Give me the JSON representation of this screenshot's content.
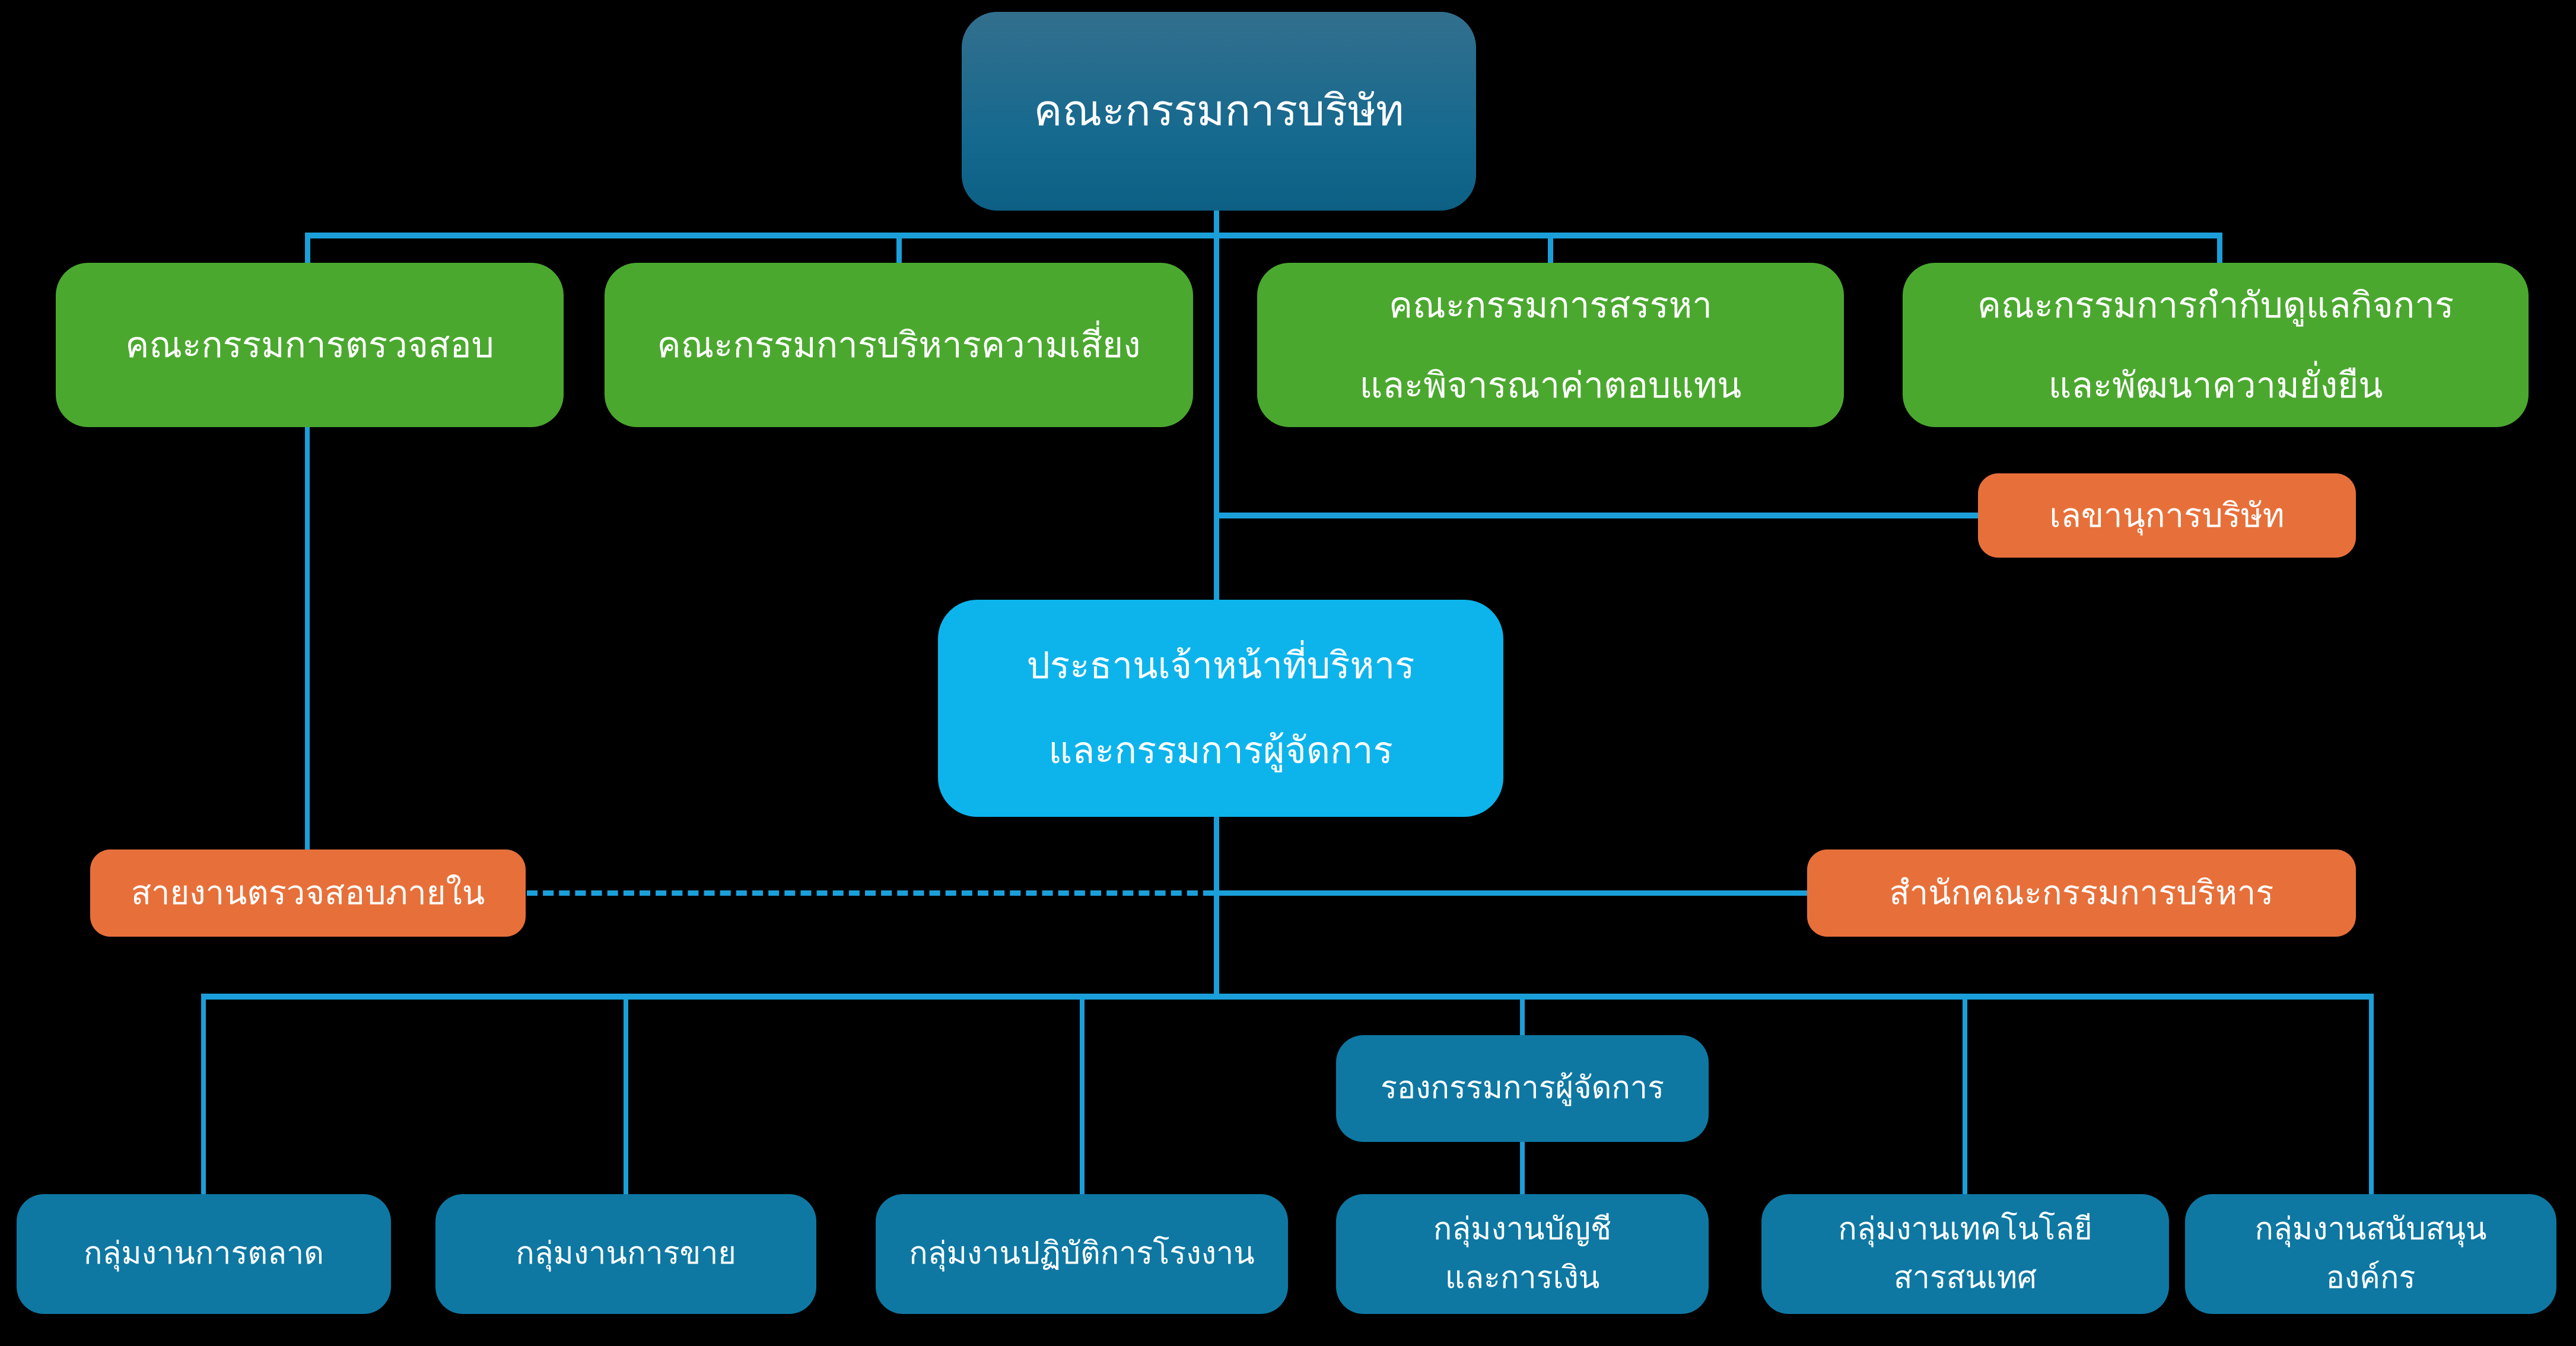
{
  "colors": {
    "background": "#000000",
    "connector": "#1b9fd9",
    "board_gradient_top": "#336f8d",
    "board_gradient_bottom": "#0d6084",
    "committee_green": "#4ba82f",
    "orange": "#e7703a",
    "ceo_blue": "#0db4ec",
    "group_teal": "#0e78a3",
    "text": "#ffffff"
  },
  "nodes": {
    "board": {
      "label": "คณะกรรมการบริษัท"
    },
    "committees": [
      {
        "lines": [
          "คณะกรรมการตรวจสอบ"
        ]
      },
      {
        "lines": [
          "คณะกรรมการบริหารความเสี่ยง"
        ]
      },
      {
        "lines": [
          "คณะกรรมการสรรหา",
          "และพิจารณาค่าตอบแทน"
        ]
      },
      {
        "lines": [
          "คณะกรรมการกำกับดูแลกิจการ",
          "และพัฒนาความยั่งยืน"
        ]
      }
    ],
    "secretary": {
      "label": "เลขานุการบริษัท"
    },
    "ceo": {
      "lines": [
        "ประธานเจ้าหน้าที่บริหาร",
        "และกรรมการผู้จัดการ"
      ]
    },
    "internal_audit": {
      "label": "สายงานตรวจสอบภายใน"
    },
    "executive_office": {
      "label": "สำนักคณะกรรมการบริหาร"
    },
    "deputy_md": {
      "label": "รองกรรมการผู้จัดการ"
    },
    "groups": [
      {
        "lines": [
          "กลุ่มงานการตลาด"
        ]
      },
      {
        "lines": [
          "กลุ่มงานการขาย"
        ]
      },
      {
        "lines": [
          "กลุ่มงานปฏิบัติการโรงงาน"
        ]
      },
      {
        "lines": [
          "กลุ่มงานบัญชี",
          "และการเงิน"
        ]
      },
      {
        "lines": [
          "กลุ่มงานเทคโนโลยี",
          "สารสนเทศ"
        ]
      },
      {
        "lines": [
          "กลุ่มงานสนับสนุน",
          "องค์กร"
        ]
      }
    ]
  }
}
